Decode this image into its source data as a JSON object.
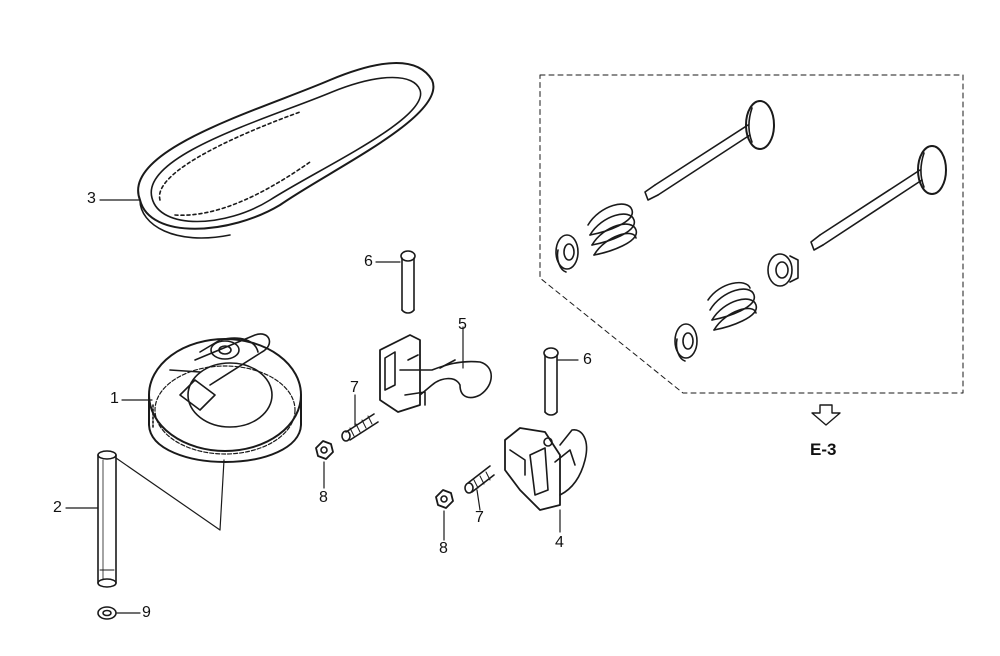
{
  "callouts": {
    "c1": "1",
    "c2": "2",
    "c3": "3",
    "c4": "4",
    "c5": "5",
    "c6a": "6",
    "c6b": "6",
    "c7a": "7",
    "c7b": "7",
    "c8a": "8",
    "c8b": "8",
    "c9": "9"
  },
  "reference": {
    "label": "E-3"
  },
  "colors": {
    "line": "#1a1a1a",
    "background": "#ffffff"
  }
}
